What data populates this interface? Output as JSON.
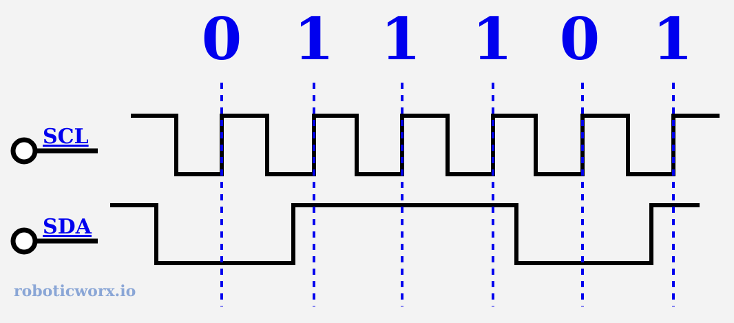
{
  "bits": [
    "0",
    "1",
    "1",
    "1",
    "0",
    "1"
  ],
  "signals": {
    "scl": {
      "label": "SCL"
    },
    "sda": {
      "label": "SDA"
    }
  },
  "watermark": "roboticworx.io",
  "colors": {
    "background": "#f3f3f3",
    "accent": "#0000ee",
    "waveform": "#000000",
    "watermark": "#8aa6d6"
  }
}
